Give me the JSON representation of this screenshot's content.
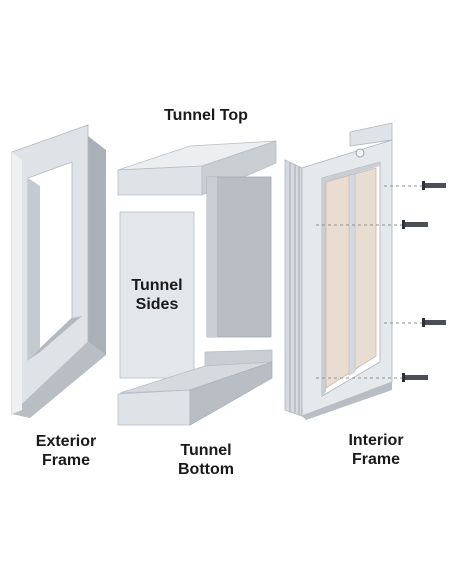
{
  "labels": {
    "tunnel_top": "Tunnel Top",
    "tunnel_sides": [
      "Tunnel",
      "Sides"
    ],
    "tunnel_bottom": [
      "Tunnel",
      "Bottom"
    ],
    "exterior_frame": [
      "Exterior",
      "Frame"
    ],
    "interior_frame": [
      "Interior",
      "Frame"
    ]
  },
  "colors": {
    "frame_light": "#dfe3e7",
    "frame_mid": "#c9ced3",
    "frame_dark": "#a9b0b7",
    "panel_light": "#e4e7ea",
    "panel_shaded": "#b8bec4",
    "door_flap": "#e9ddd1",
    "screw": "#4a4f55",
    "text": "#1a1a1a"
  }
}
